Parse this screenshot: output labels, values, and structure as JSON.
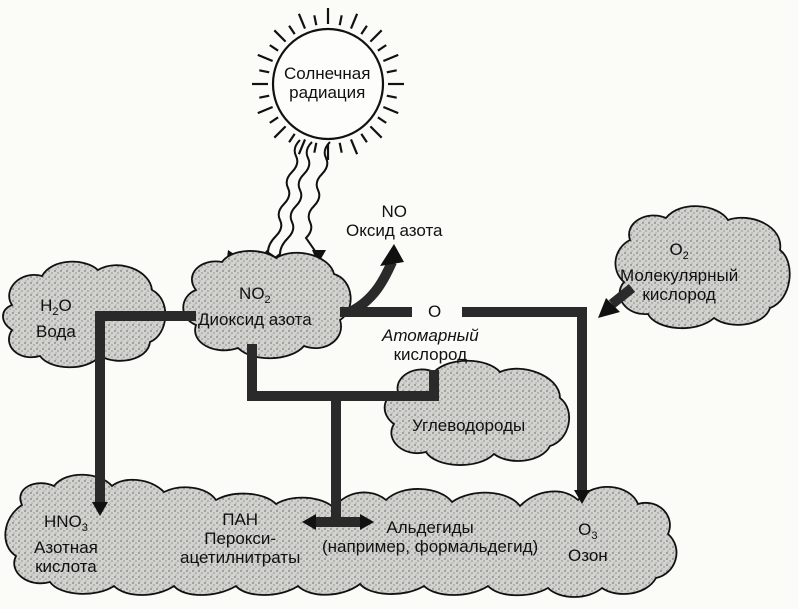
{
  "sun": {
    "line1": "Солнечная",
    "line2": "радиация"
  },
  "no": {
    "formula": "NO",
    "name": "Оксид азота"
  },
  "water": {
    "formula_pre": "H",
    "formula_sub": "2",
    "formula_post": "O",
    "name": "Вода"
  },
  "no2": {
    "formula_pre": "NO",
    "formula_sub": "2",
    "name": "Диоксид азота"
  },
  "atomic_oxygen": {
    "formula": "O",
    "line1": "Атомарный",
    "line2": "кислород"
  },
  "molecular_oxygen": {
    "formula_pre": "O",
    "formula_sub": "2",
    "line1": "Молекулярный",
    "line2": "кислород"
  },
  "hydrocarbons": {
    "name": "Углеводороды"
  },
  "nitric_acid": {
    "formula_pre": "HNO",
    "formula_sub": "3",
    "line1": "Азотная",
    "line2": "кислота"
  },
  "pan": {
    "abbr": "ПАН",
    "line1": "Перокси-",
    "line2": "ацетилнитраты"
  },
  "aldehydes": {
    "line1": "Альдегиды",
    "line2": "(например, формальдегид)"
  },
  "ozone": {
    "formula_pre": "O",
    "formula_sub": "3",
    "name": "Озон"
  }
}
